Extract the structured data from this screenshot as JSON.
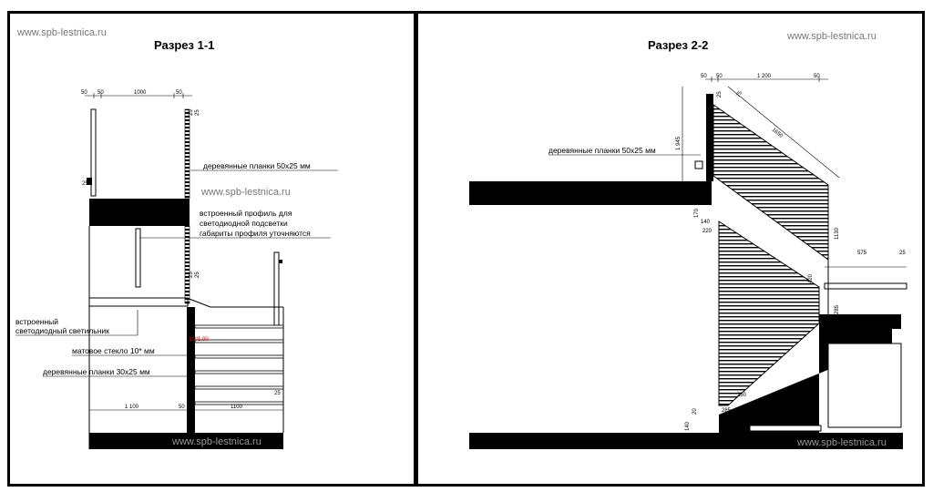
{
  "watermark": "www.spb-lestnica.ru",
  "left": {
    "title": "Разрез 1-1",
    "notes": {
      "wood_top": "деревянные планки 50х25 мм",
      "profile_1": "встроенный профиль для",
      "profile_2": "светодиодной подсветки",
      "profile_3": "габариты профиля уточняются",
      "lamp_1": "встроенный",
      "lamp_2": "светодиодный светильник",
      "glass": "матовое стекло 10* мм",
      "wood_bottom": "деревянные планки 30х25 мм"
    },
    "dims": {
      "top_50a": "50",
      "top_50b": "50",
      "top_1000": "1000",
      "top_50c": "50",
      "side_25a": "25",
      "side_25b": "25",
      "side_25c": "25",
      "side_25d": "25",
      "left_25": "25",
      "bottom_1100a": "1 100",
      "bottom_50": "50",
      "bottom_1100b": "1100",
      "right_25": "25",
      "red_1": "1/2/1.00"
    }
  },
  "right": {
    "title": "Разрез 2-2",
    "notes": {
      "wood": "деревянные планки 50х25 мм"
    },
    "dims": {
      "top_50a": "50",
      "top_50b": "50",
      "top_1200": "1 200",
      "top_50c": "50",
      "side_25": "25",
      "side_75": "75",
      "v_1945": "1 945",
      "diag_1650": "1650",
      "d_170": "170",
      "d_140": "140",
      "d_220": "220",
      "d_1130": "1130",
      "d_575": "575",
      "d_25": "25",
      "d_420": "420",
      "d_285": "285",
      "d_285b": "285",
      "d_250": "250",
      "d_140b": "140",
      "d_20": "20"
    }
  }
}
